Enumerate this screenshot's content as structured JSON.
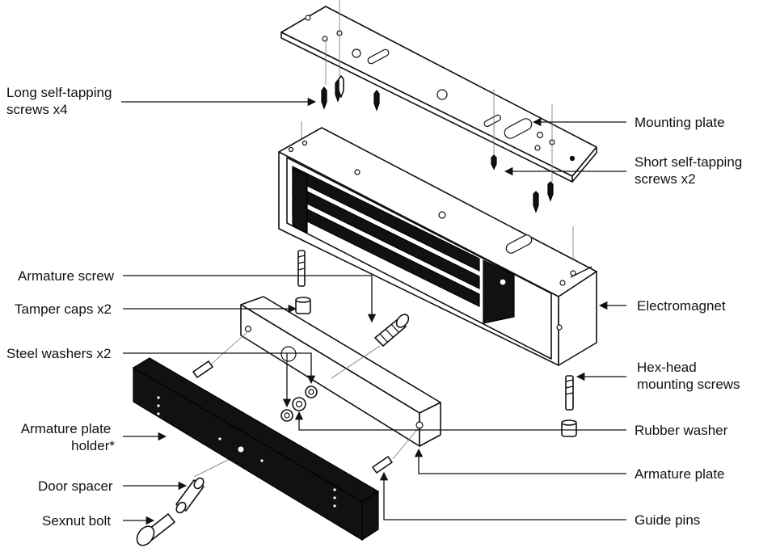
{
  "labels": {
    "long_screws": [
      "Long self-tapping",
      "screws x4"
    ],
    "mounting_plate": [
      "Mounting plate"
    ],
    "short_screws": [
      "Short self-tapping",
      "screws x2"
    ],
    "armature_screw": [
      "Armature screw"
    ],
    "tamper_caps": [
      "Tamper caps x2"
    ],
    "electromagnet": [
      "Electromagnet"
    ],
    "steel_washers": [
      "Steel washers x2"
    ],
    "hex_screws": [
      "Hex-head",
      "mounting screws"
    ],
    "armature_holder": [
      "Armature plate",
      "holder*"
    ],
    "rubber_washer": [
      "Rubber washer"
    ],
    "door_spacer": [
      "Door spacer"
    ],
    "armature_plate": [
      "Armature plate"
    ],
    "sexnut_bolt": [
      "Sexnut bolt"
    ],
    "guide_pins": [
      "Guide pins"
    ]
  },
  "colors": {
    "line": "#111111",
    "holder_fill": "#111111",
    "background": "#ffffff"
  }
}
